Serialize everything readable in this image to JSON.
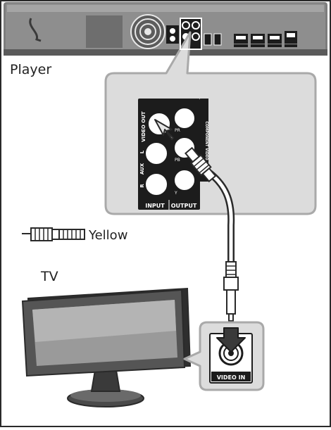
{
  "labels": {
    "player": "Player",
    "cable_color": "Yellow",
    "tv": "TV"
  },
  "jack_panel": {
    "video_out": "VIDEO OUT",
    "aux": "AUX",
    "input": "INPUT",
    "output": "OUTPUT",
    "component": "COMPONENT VIDEO",
    "left": "L",
    "right": "R",
    "pb": "PB",
    "pr": "PR",
    "y": "Y"
  },
  "tv_jack": {
    "video_in": "VIDEO IN"
  },
  "colors": {
    "outline": "#2a2a2a",
    "callout_fill": "#dcdcdc",
    "callout_stroke": "#a9a9a9",
    "panel_dark": "#1c1c1c",
    "device_gray": "#8a8a8a",
    "arrow_fill": "#e6e6e6"
  }
}
